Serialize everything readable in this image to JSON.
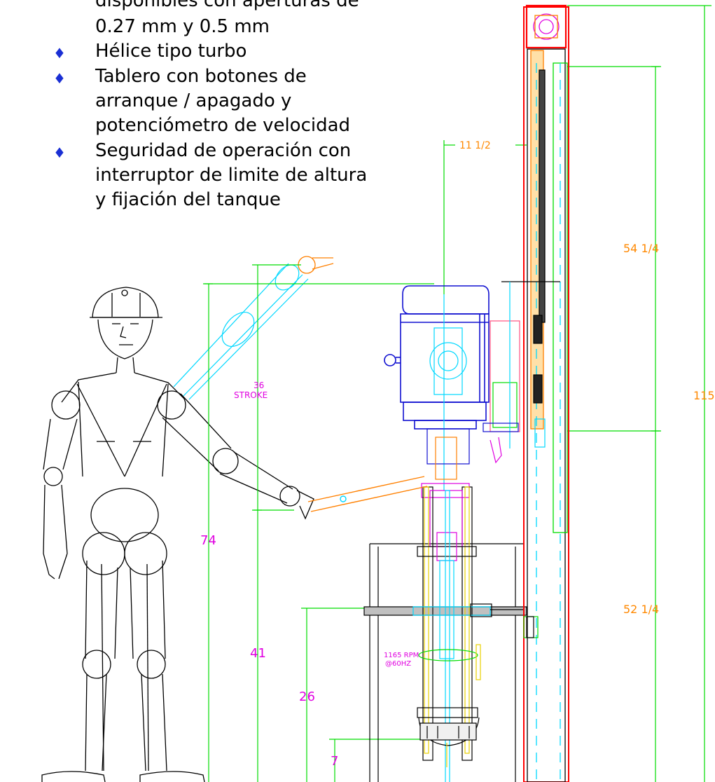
{
  "spec_text": {
    "bullet_glyph": "♦",
    "bullet_color": "#1a2fd4",
    "lines": [
      "disponibles con aperturas de",
      "0.27 mm y 0.5 mm",
      "Hélice tipo turbo",
      "Tablero con botones de",
      "arranque / apagado y",
      "potenciómetro de velocidad",
      "Seguridad de operación con",
      "interruptor de limite de altura",
      "y fijación del tanque"
    ]
  },
  "dimensions": {
    "d_74": "74",
    "d_41": "41",
    "d_26": "26",
    "d_7": "7",
    "d_11_half": "11  1/2",
    "d_54_quarter": "54  1/4",
    "d_52_quarter": "52  1/4",
    "d_115": "115"
  },
  "annotations": {
    "stroke_value": "36",
    "stroke_label": "STROKE",
    "rpm_value": "1165  RPM",
    "rpm_freq": "@60HZ"
  },
  "colors": {
    "dimension": "#00dd00",
    "dim_text_magenta": "#e000e0",
    "dim_text_orange": "#ff8800",
    "motor": "#1010d0",
    "cyan": "#00d8ff",
    "orange": "#ff8000",
    "red": "#ff0000",
    "magenta": "#e000e0",
    "yellow": "#e8d000",
    "outline": "#000000"
  }
}
